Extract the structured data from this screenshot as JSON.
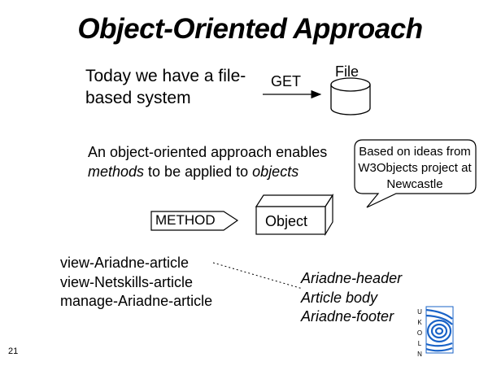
{
  "slide": {
    "title": "Object-Oriented Approach",
    "intro_text": "Today we have a file-based system",
    "get_label": "GET",
    "file_label": "File",
    "enables_text": {
      "line1": "An object-oriented approach enables",
      "word_methods": "methods",
      "middle": " to be applied to ",
      "word_objects": "objects"
    },
    "bubble_text": "Based on ideas from W3Objects project at Newcastle",
    "method_label": "METHOD",
    "object_label": "Object",
    "methods_list": [
      "view-Ariadne-article",
      "view-Netskills-article",
      "manage-Ariadne-article"
    ],
    "article_parts": [
      "Ariadne-header",
      "Article body",
      "Ariadne-footer"
    ],
    "page_number": "21",
    "logo": {
      "letters": "UKOLN",
      "color": "#1a63c7"
    }
  }
}
